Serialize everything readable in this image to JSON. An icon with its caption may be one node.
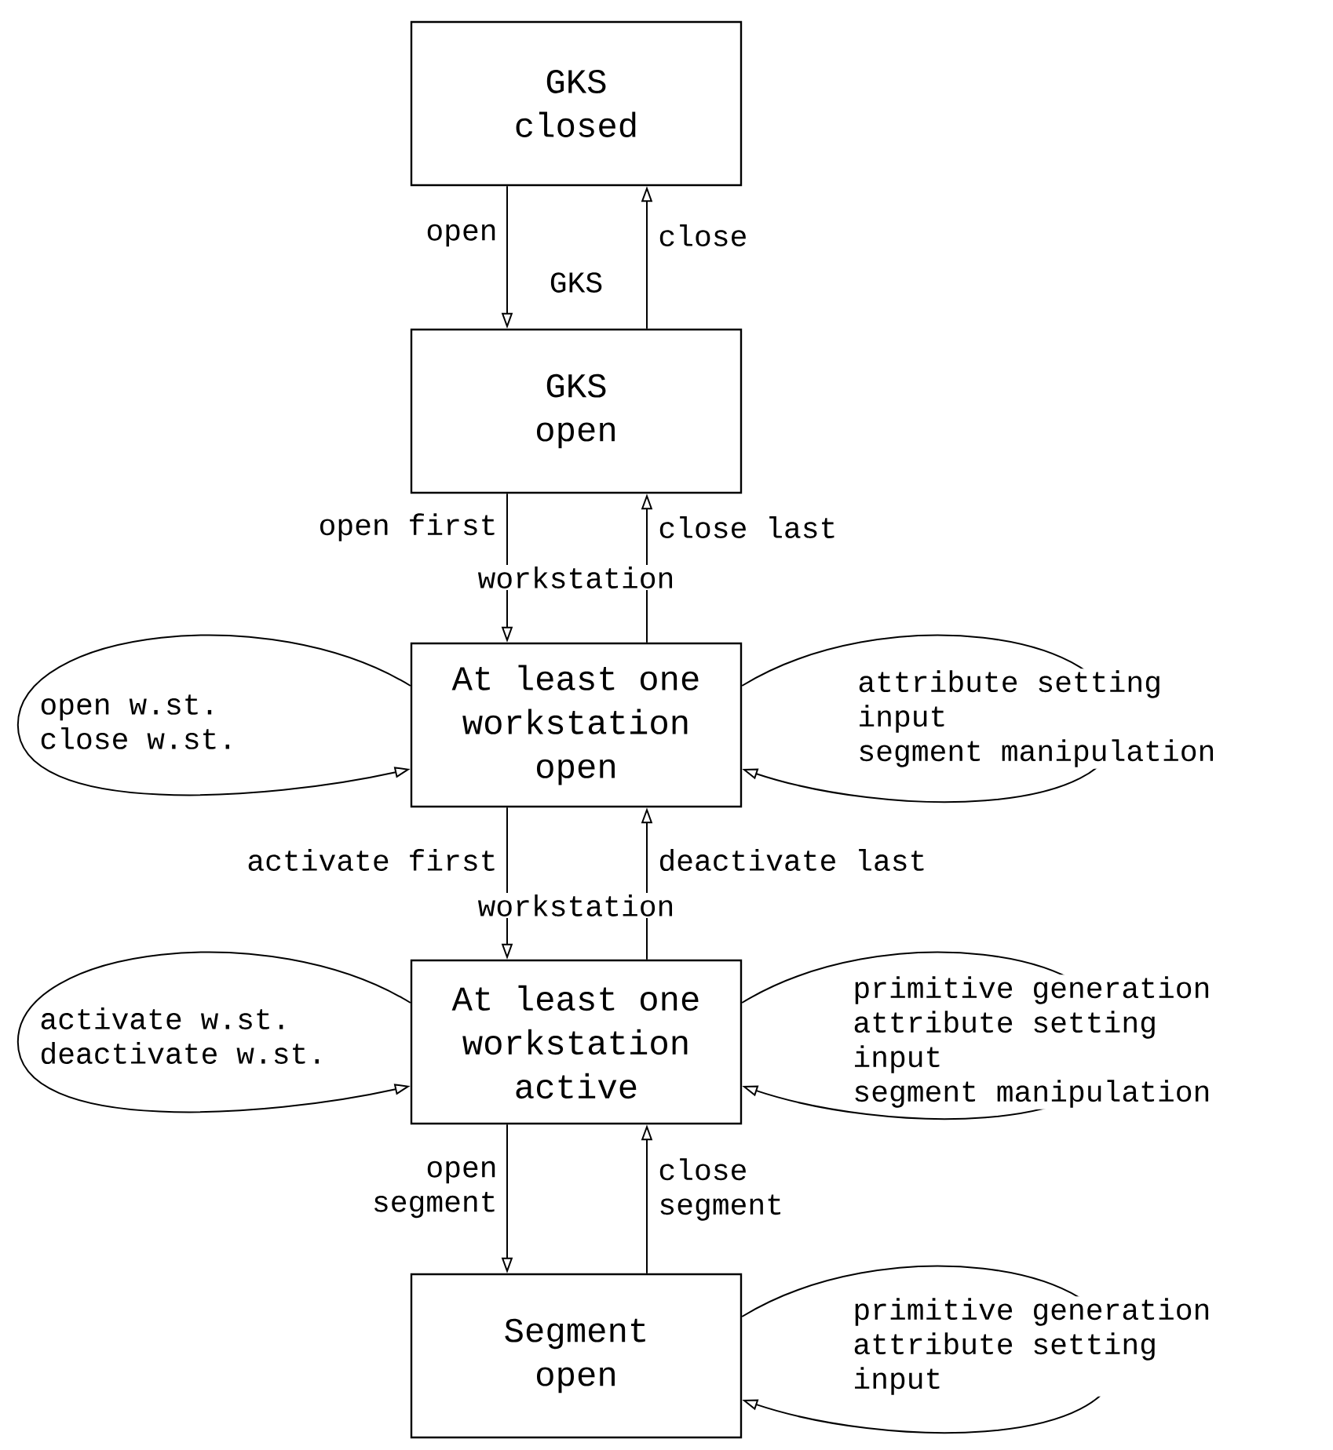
{
  "diagram": {
    "nodes": [
      {
        "text": [
          "GKS closed"
        ]
      },
      {
        "text": [
          "GKS open"
        ]
      },
      {
        "text": [
          "At least one workstation open"
        ]
      },
      {
        "text": [
          "At least one workstation active"
        ]
      },
      {
        "text": [
          "Segment open"
        ]
      }
    ],
    "edges": [
      {
        "from": 0,
        "to": 1,
        "arrow": "to",
        "label": "open"
      },
      {
        "from": 1,
        "to": 0,
        "arrow": "to",
        "label": "close"
      },
      {
        "from": 1,
        "to": 2,
        "arrow": "to",
        "label": "open first"
      },
      {
        "from": 2,
        "to": 1,
        "arrow": "to",
        "label": "close last"
      },
      {
        "from": 2,
        "to": 3,
        "arrow": "to",
        "label": "activate first"
      },
      {
        "from": 3,
        "to": 2,
        "arrow": "to",
        "label": "deactivate last"
      },
      {
        "from": 3,
        "to": 4,
        "arrow": "to",
        "label": "open segment"
      },
      {
        "from": 4,
        "to": 3,
        "arrow": "to",
        "label": "close segment"
      },
      {
        "from": 2,
        "to": 2,
        "arrow": "to",
        "label": "open w.st. close w.st."
      },
      {
        "from": 2,
        "to": 2,
        "arrow": "to",
        "label": "attribute setting input segment manipulation"
      },
      {
        "from": 3,
        "to": 3,
        "arrow": "to",
        "label": "activate w.st. deactivate w.st."
      },
      {
        "from": 3,
        "to": 3,
        "arrow": "to",
        "label": "primitive generation attribute setting input segment manipulation"
      },
      {
        "from": 4,
        "to": 4,
        "arrow": "to",
        "label": "primitive generation attribute setting input"
      }
    ],
    "labels": [
      "GKS",
      "workstation",
      "workstation"
    ]
  }
}
